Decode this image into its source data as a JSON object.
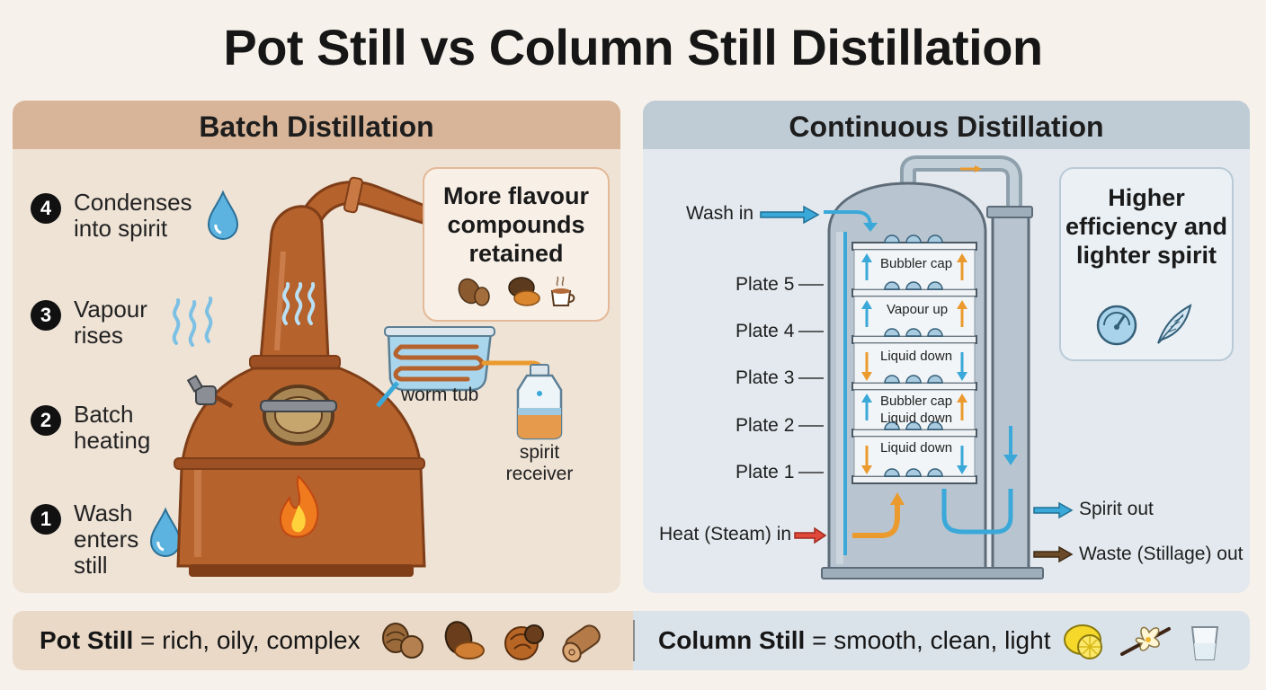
{
  "title": "Pot Still vs Column Still Distillation",
  "pot": {
    "header": "Batch Distillation",
    "steps": [
      {
        "num": "4",
        "text": "Condenses into spirit"
      },
      {
        "num": "3",
        "text": "Vapour rises"
      },
      {
        "num": "2",
        "text": "Batch heating"
      },
      {
        "num": "1",
        "text": "Wash enters still"
      }
    ],
    "callout": "More flavour compounds retained",
    "worm_tub": "worm tub",
    "spirit_receiver": "spirit receiver"
  },
  "column": {
    "header": "Continuous Distillation",
    "wash_in": "Wash in",
    "heat_in": "Heat (Steam) in",
    "spirit_out": "Spirit out",
    "waste_out": "Waste (Stillage) out",
    "plates": [
      "Plate 5",
      "Plate 4",
      "Plate 3",
      "Plate 2",
      "Plate 1"
    ],
    "plate_notes": [
      "Bubbler cap",
      "Vapour up",
      "Liquid down",
      "Bubbler cap",
      "Liquid down",
      "Liquid down"
    ],
    "callout": "Higher efficiency and lighter spirit"
  },
  "bottom": {
    "pot_name": "Pot Still",
    "pot_desc": " = rich, oily, complex",
    "column_name": "Column Still",
    "column_desc": " = smooth, clean, light"
  },
  "colors": {
    "copper": "#b5622d",
    "copper_dark": "#7f3e17",
    "steel": "#b4c2ce",
    "arrow_blue": "#3aa8d8",
    "arrow_orange": "#eb9a2e",
    "arrow_red": "#e0483a",
    "arrow_brown": "#6b4a2a"
  }
}
